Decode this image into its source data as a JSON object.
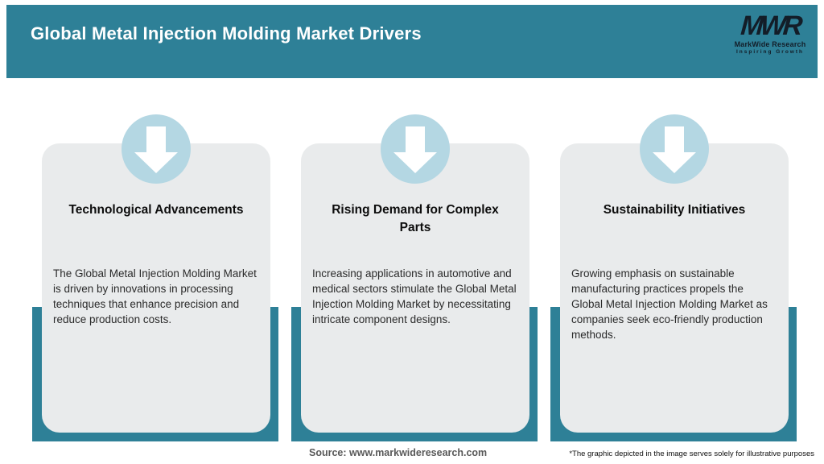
{
  "header": {
    "title": "Global Metal Injection Molding Market Drivers"
  },
  "logo": {
    "mark": "MWR",
    "name": "MarkWide Research",
    "tagline": "Inspiring Growth"
  },
  "cards": [
    {
      "icon": "down-arrow-icon",
      "title": "Technological Advancements",
      "body": "The Global Metal Injection Molding Market is driven by innovations in processing techniques that enhance precision and reduce production costs."
    },
    {
      "icon": "down-arrow-icon",
      "title": "Rising Demand for Complex Parts",
      "body": "Increasing applications in automotive and medical sectors stimulate the Global Metal Injection Molding Market by necessitating intricate component designs."
    },
    {
      "icon": "down-arrow-icon",
      "title": "Sustainability Initiatives",
      "body": "Growing emphasis on sustainable manufacturing practices propels the Global Metal Injection Molding Market as companies seek eco-friendly production methods."
    }
  ],
  "footer": {
    "source": "Source: www.markwideresearch.com",
    "disclaimer": "*The graphic depicted in the image serves solely for illustrative purposes"
  },
  "colors": {
    "teal": "#2e8097",
    "light_blue_circle": "#b4d7e3",
    "card_background": "#e9ebec",
    "logo_text": "#131d28",
    "source_text": "#595959",
    "title_text": "#ffffff"
  }
}
